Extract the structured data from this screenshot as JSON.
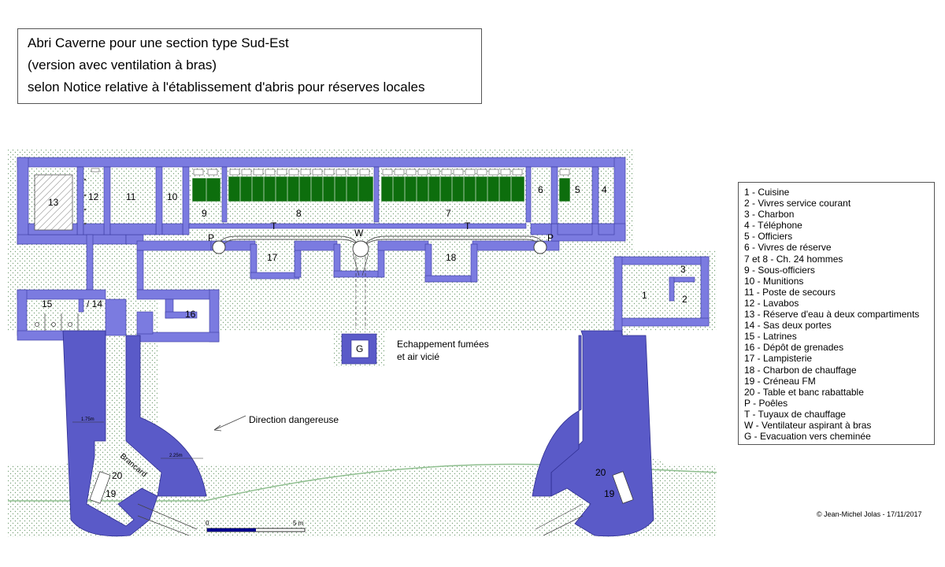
{
  "title": {
    "line1": "Abri Caverne pour une section type Sud-Est",
    "line2": "(version avec ventilation à bras)",
    "line3": "selon Notice relative à l'établissement d'abris pour réserves locales"
  },
  "legend": [
    "1 - Cuisine",
    "2 - Vivres service courant",
    "3 - Charbon",
    "4 - Téléphone",
    "5 - Officiers",
    "6 - Vivres de réserve",
    "7 et 8 - Ch. 24 hommes",
    "9 - Sous-officiers",
    "10 - Munitions",
    "11 - Poste de secours",
    "12 - Lavabos",
    "13 - Réserve d'eau à deux compartiments",
    "14 - Sas deux portes",
    "15 - Latrines",
    "16 - Dépôt de grenades",
    "17 - Lampisterie",
    "18 - Charbon de chauffage",
    "19 - Créneau FM",
    "20 - Table et banc rabattable",
    "P - Poêles",
    "T - Tuyaux de chauffage",
    "W - Ventilateur aspirant à bras",
    "G - Evacuation vers cheminée"
  ],
  "plan": {
    "room_labels": {
      "r1": "1",
      "r2": "2",
      "r3": "3",
      "r4": "4",
      "r5": "5",
      "r6": "6",
      "r7": "7",
      "r8": "8",
      "r9": "9",
      "r10": "10",
      "r11": "11",
      "r12": "12",
      "r13": "13",
      "r14": "/ 14",
      "r15": "15",
      "r16": "16",
      "r17": "17",
      "r18": "18",
      "r19a": "19",
      "r19b": "19",
      "r20a": "20",
      "r20b": "20"
    },
    "markers": {
      "p1": "P",
      "p2": "P",
      "t1": "T",
      "t2": "T",
      "w": "W",
      "g": "G"
    },
    "exhaust_label_1": "Echappement fumées",
    "exhaust_label_2": "et air vicié",
    "direction_label": "Direction dangereuse",
    "stretcher_label": "Brancard",
    "dim_1": "1.75m",
    "dim_2": "2.25m",
    "scale_start": "0",
    "scale_end": "5 m"
  },
  "credit": "© Jean-Michel Jolas - 17/11/2017",
  "colors": {
    "wall": "#7b7be0",
    "wall_dark": "#5a5ac8",
    "bunk": "#0d6e0d",
    "ground": "#c8dcc8"
  }
}
